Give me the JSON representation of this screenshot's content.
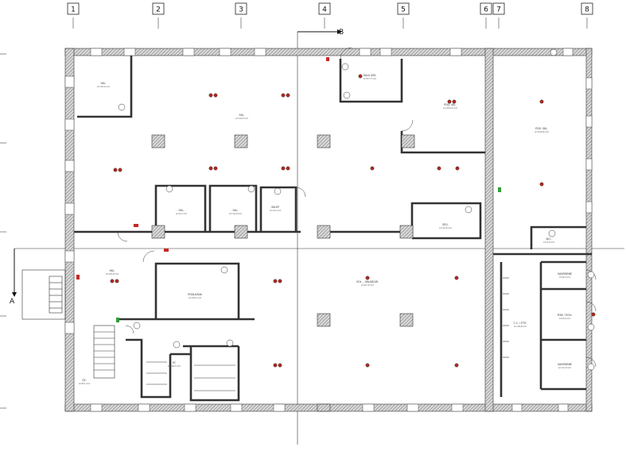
{
  "grid": {
    "columns": [
      "1",
      "2",
      "3",
      "4",
      "5",
      "6",
      "7",
      "8"
    ]
  },
  "section_marks": {
    "a": "A",
    "b": "B"
  },
  "rooms": [
    {
      "name": "SKL.",
      "area": "A=10,0 m2"
    },
    {
      "name": "SKL.",
      "area": "A=10,5 m2"
    },
    {
      "name": "SKL.",
      "area": "A=9,7 m2"
    },
    {
      "name": "SKL.",
      "area": "A=10,9 m2"
    },
    {
      "name": "SKLEP",
      "area": "A=4,1 m2"
    },
    {
      "name": "SALA SZK.",
      "area": "A=57,7 m2"
    },
    {
      "name": "POD. SKL.",
      "area": "A=152,0 m2"
    },
    {
      "name": "POD. SKL.",
      "area": "A=220,6 m2"
    },
    {
      "name": "KOL. - SKŁADOW.",
      "area": "A=67,5 m2"
    },
    {
      "name": "SKL.",
      "area": "A=29,9 m2"
    },
    {
      "name": "PODŁUŻNA",
      "area": "A=39,1 m2"
    },
    {
      "name": "ZEG.",
      "area": "A=12,6 m2"
    },
    {
      "name": "W.C.",
      "area": "A=3,3 m2"
    },
    {
      "name": "SZ.",
      "area": "A=8,1 m2"
    },
    {
      "name": "ST.",
      "area": "A=18,3 m2"
    },
    {
      "name": "C.C. / P.TE.",
      "area": "A=18,8 m2"
    },
    {
      "name": "SANITARNE",
      "area": "A=8,2 m2"
    },
    {
      "name": "POM. TECH.",
      "area": "A=8,4 m2"
    },
    {
      "name": "SANITARNE",
      "area": "A=11,9 m2"
    }
  ]
}
